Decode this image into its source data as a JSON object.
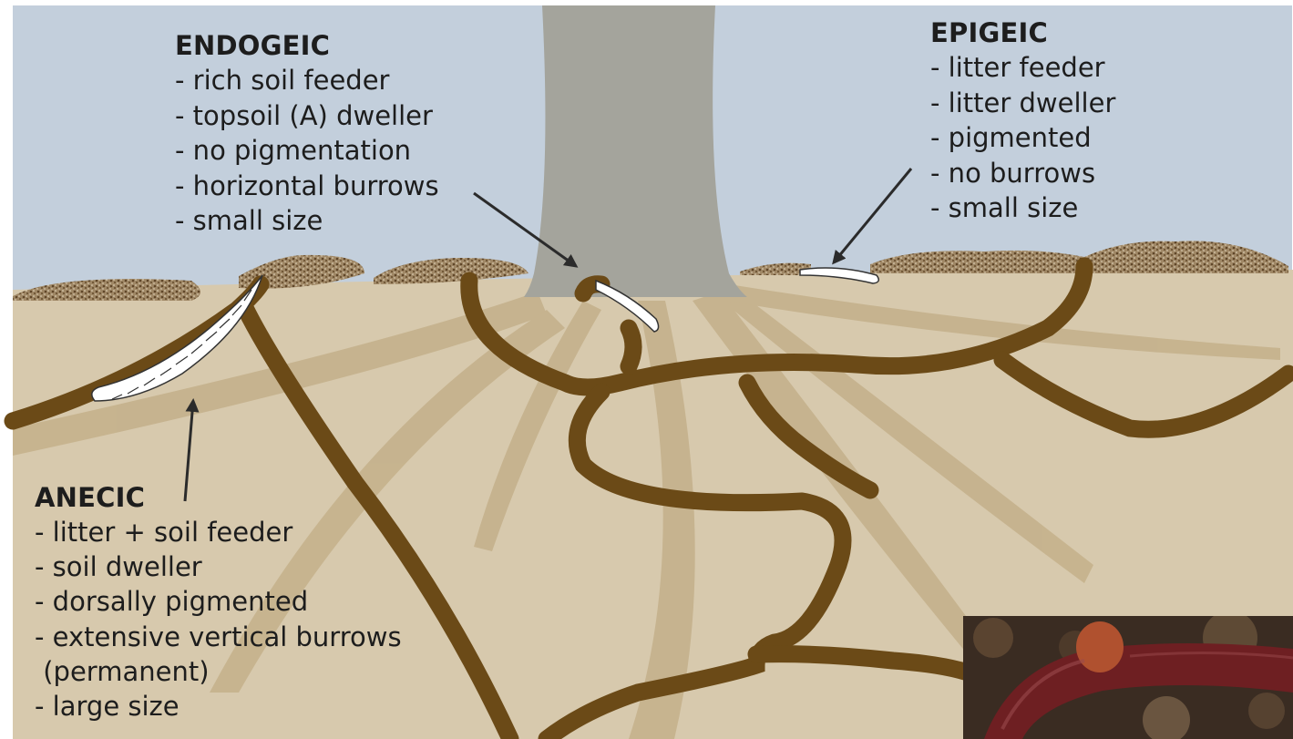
{
  "colors": {
    "sky": "#c3cfdc",
    "soil": "#d7c9ad",
    "soil_light": "#c4b08a",
    "burrow": "#6b4a17",
    "trunk": "#a4a49c",
    "litter": "#9a8060",
    "worm_body": "#ffffff",
    "arrow": "#2b2b2b",
    "photo_bg": "#3a2c22",
    "worm_photo": "#6e1f22"
  },
  "labels": {
    "endogeic": {
      "title": "ENDOGEIC",
      "lines": [
        "- rich soil feeder",
        "- topsoil (A) dweller",
        "- no pigmentation",
        "- horizontal burrows",
        "- small size"
      ]
    },
    "epigeic": {
      "title": "EPIGEIC",
      "lines": [
        "- litter feeder",
        "- litter dweller",
        "- pigmented",
        "- no burrows",
        "- small size"
      ]
    },
    "anecic": {
      "title": "ANECIC",
      "lines": [
        "- litter + soil feeder",
        "- soil dweller",
        "- dorsally pigmented",
        "- extensive vertical burrows",
        " (permanent)",
        "- large size"
      ]
    }
  }
}
